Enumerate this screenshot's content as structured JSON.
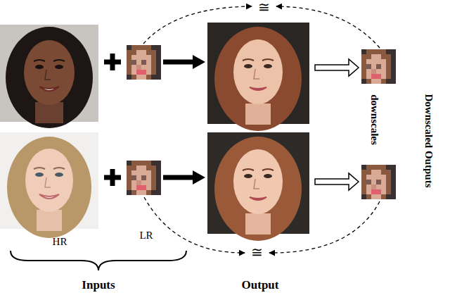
{
  "diagram": {
    "labels": [
      "≅",
      "Downscaled Outputs",
      "downscales",
      "HR",
      "LR",
      "≅",
      "Inputs",
      "Output"
    ]
  }
}
